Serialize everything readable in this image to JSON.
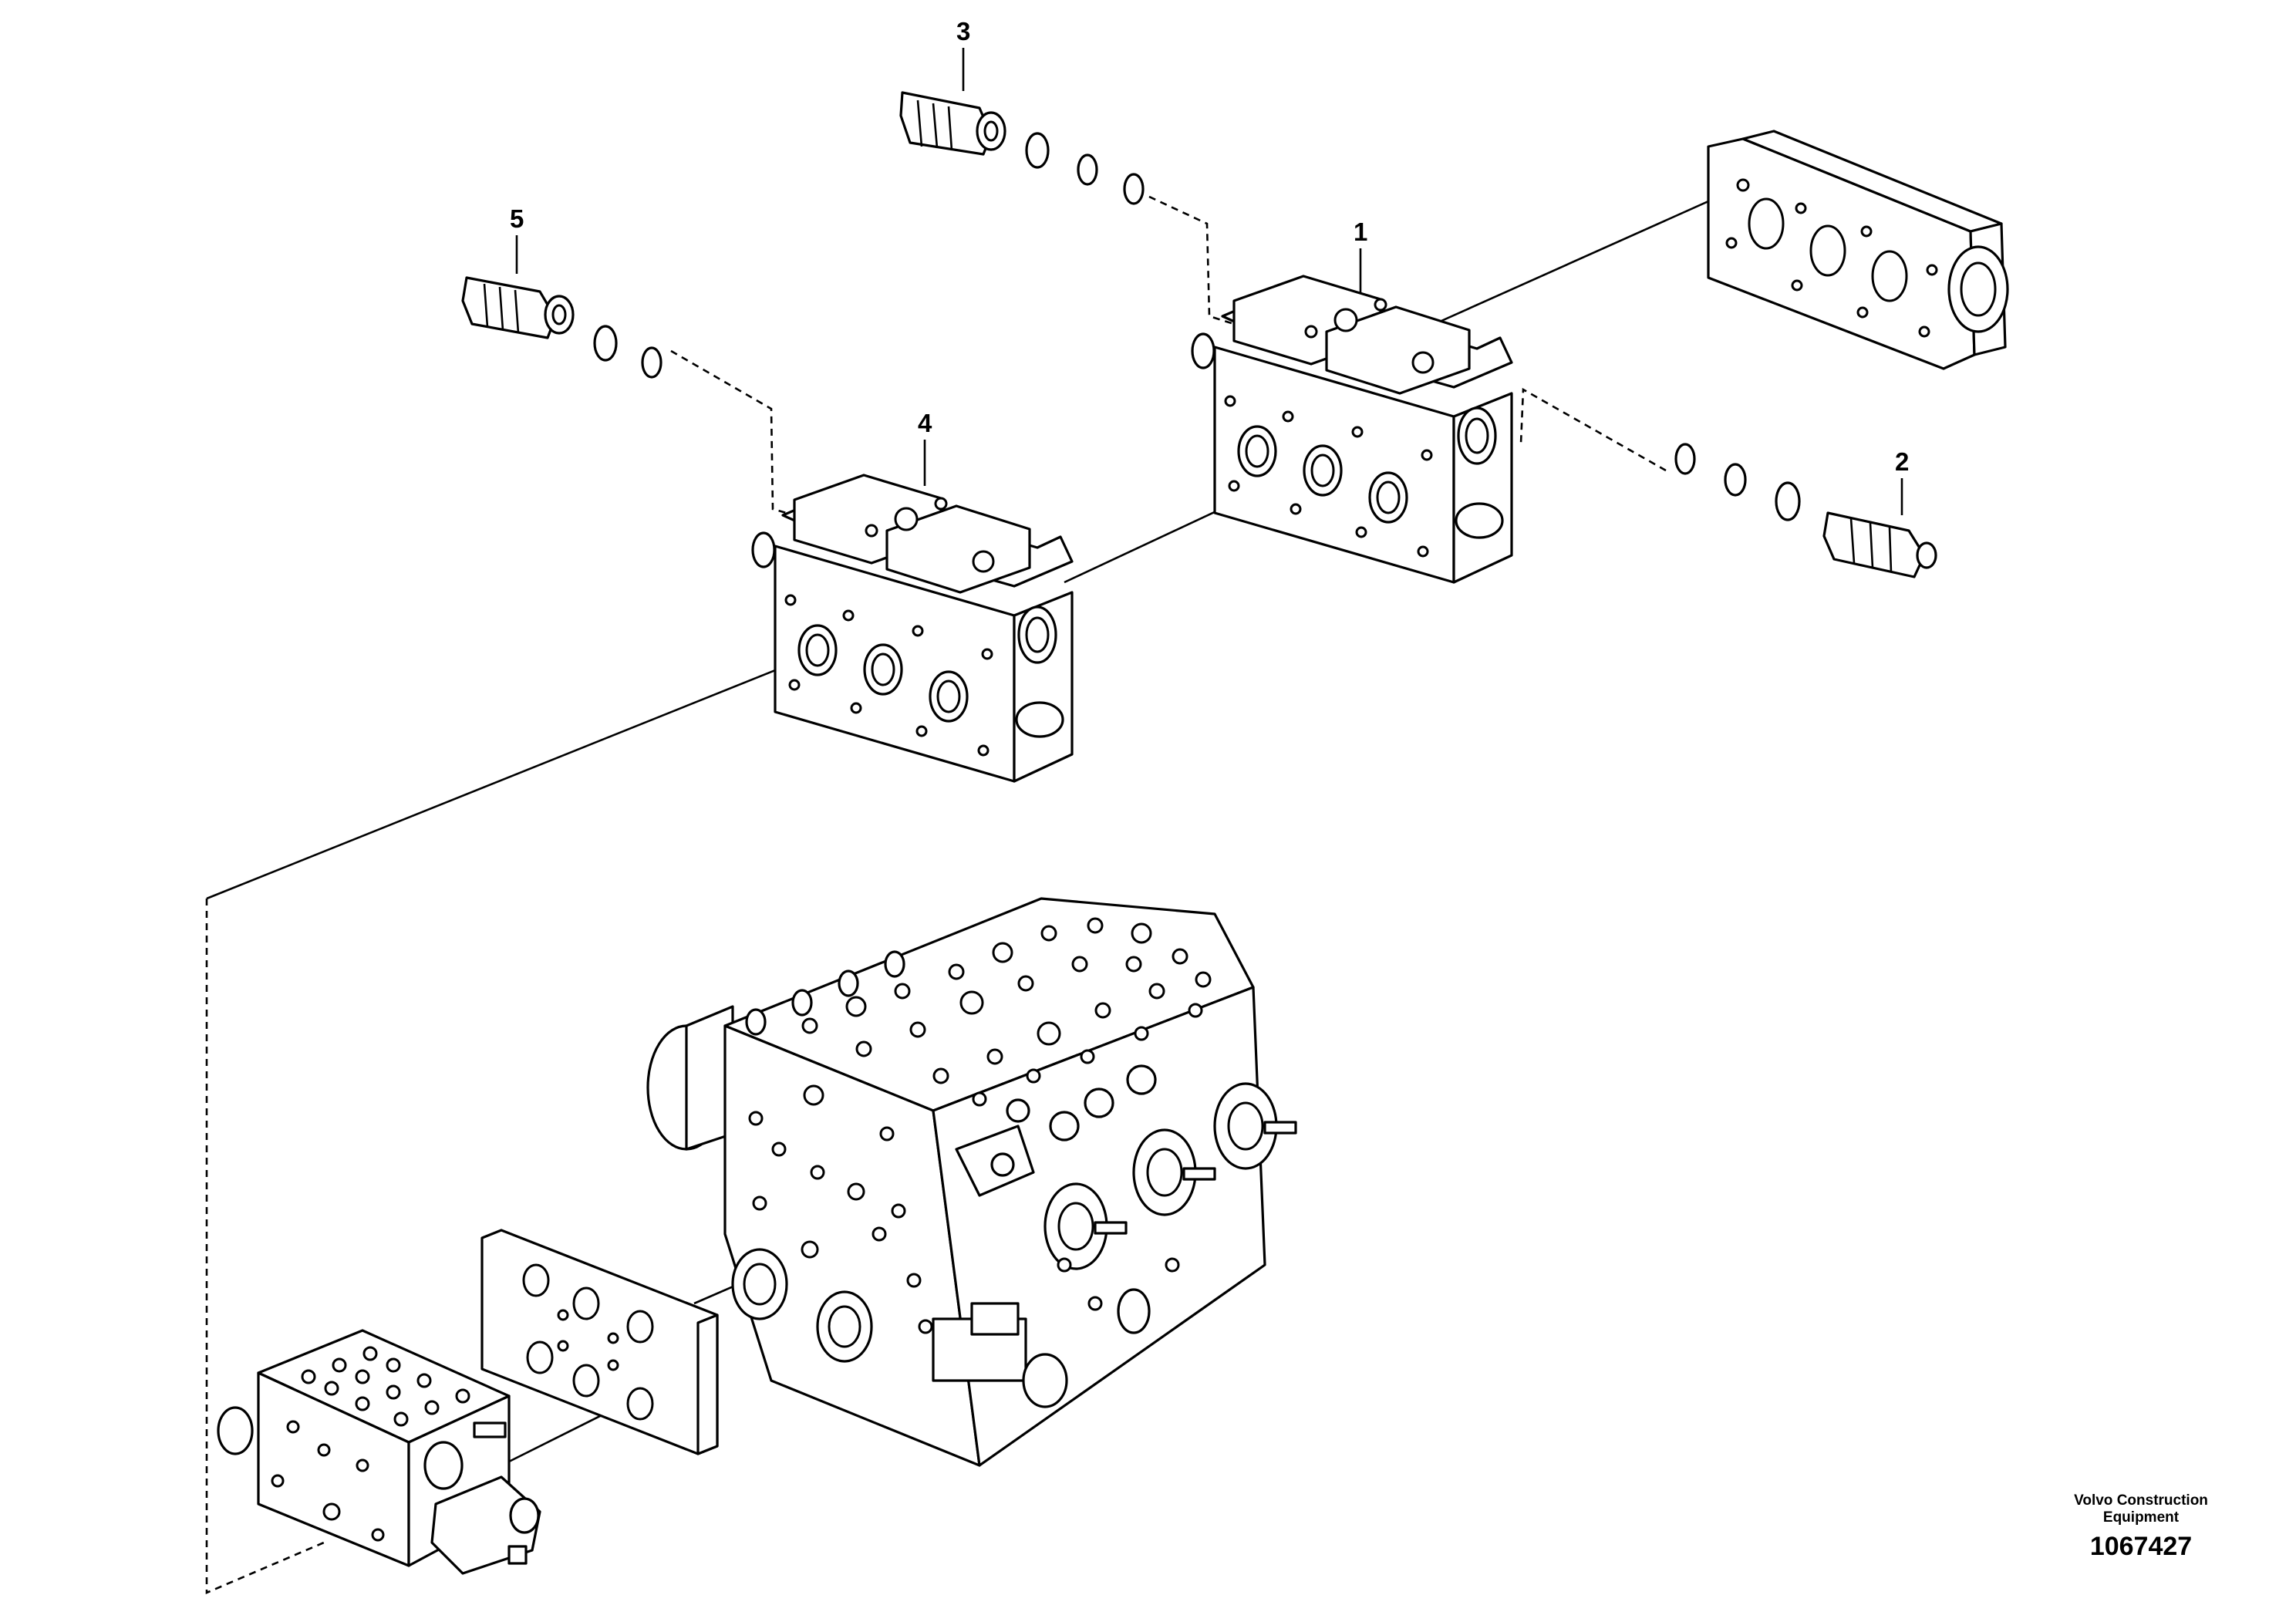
{
  "callouts": {
    "c1": "1",
    "c2": "2",
    "c3": "3",
    "c4": "4",
    "c5": "5"
  },
  "footer": {
    "brand_line1": "Volvo Construction",
    "brand_line2": "Equipment",
    "drawing_number": "1067427"
  }
}
